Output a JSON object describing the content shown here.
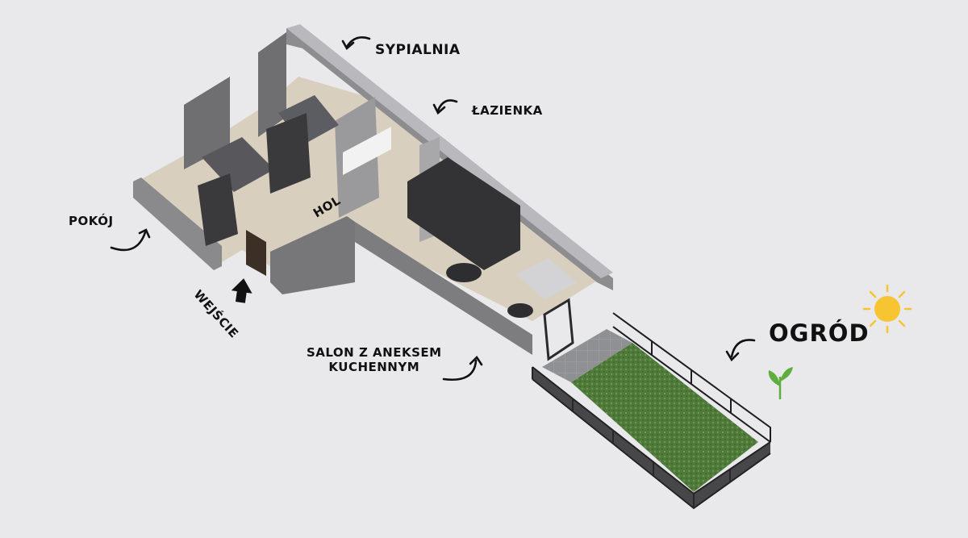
{
  "labels": {
    "sypialnia": "SYPIALNIA",
    "lazienka": "ŁAZIENKA",
    "pokoj": "POKÓJ",
    "hol": "HOL",
    "wejscie": "WEJŚCIE",
    "salon_line1": "SALON Z ANEKSEM",
    "salon_line2": "KUCHENNYM",
    "ogrod": "OGRÓD"
  },
  "colors": {
    "background": "#e9e9eb",
    "wall": "#7d7d80",
    "wall_top": "#b9b9bd",
    "floor": "#d9cfbe",
    "grass": "#4f7a3a",
    "terrace": "#8f9094",
    "fence": "#1d1d1f",
    "sun": "#f7c531",
    "sprout": "#5dae3c"
  },
  "icons": [
    "curved-arrow-icon",
    "entrance-arrow-icon",
    "sun-icon",
    "sprout-icon"
  ]
}
